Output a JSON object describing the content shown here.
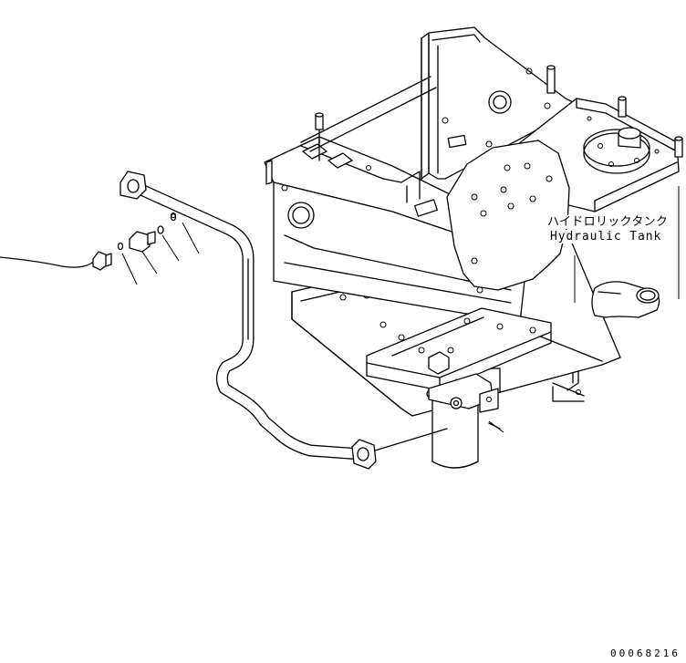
{
  "callout": {
    "label_jp": "ハイドロリックタンク",
    "label_en": "Hydraulic Tank"
  },
  "drawing_number": "00068216"
}
